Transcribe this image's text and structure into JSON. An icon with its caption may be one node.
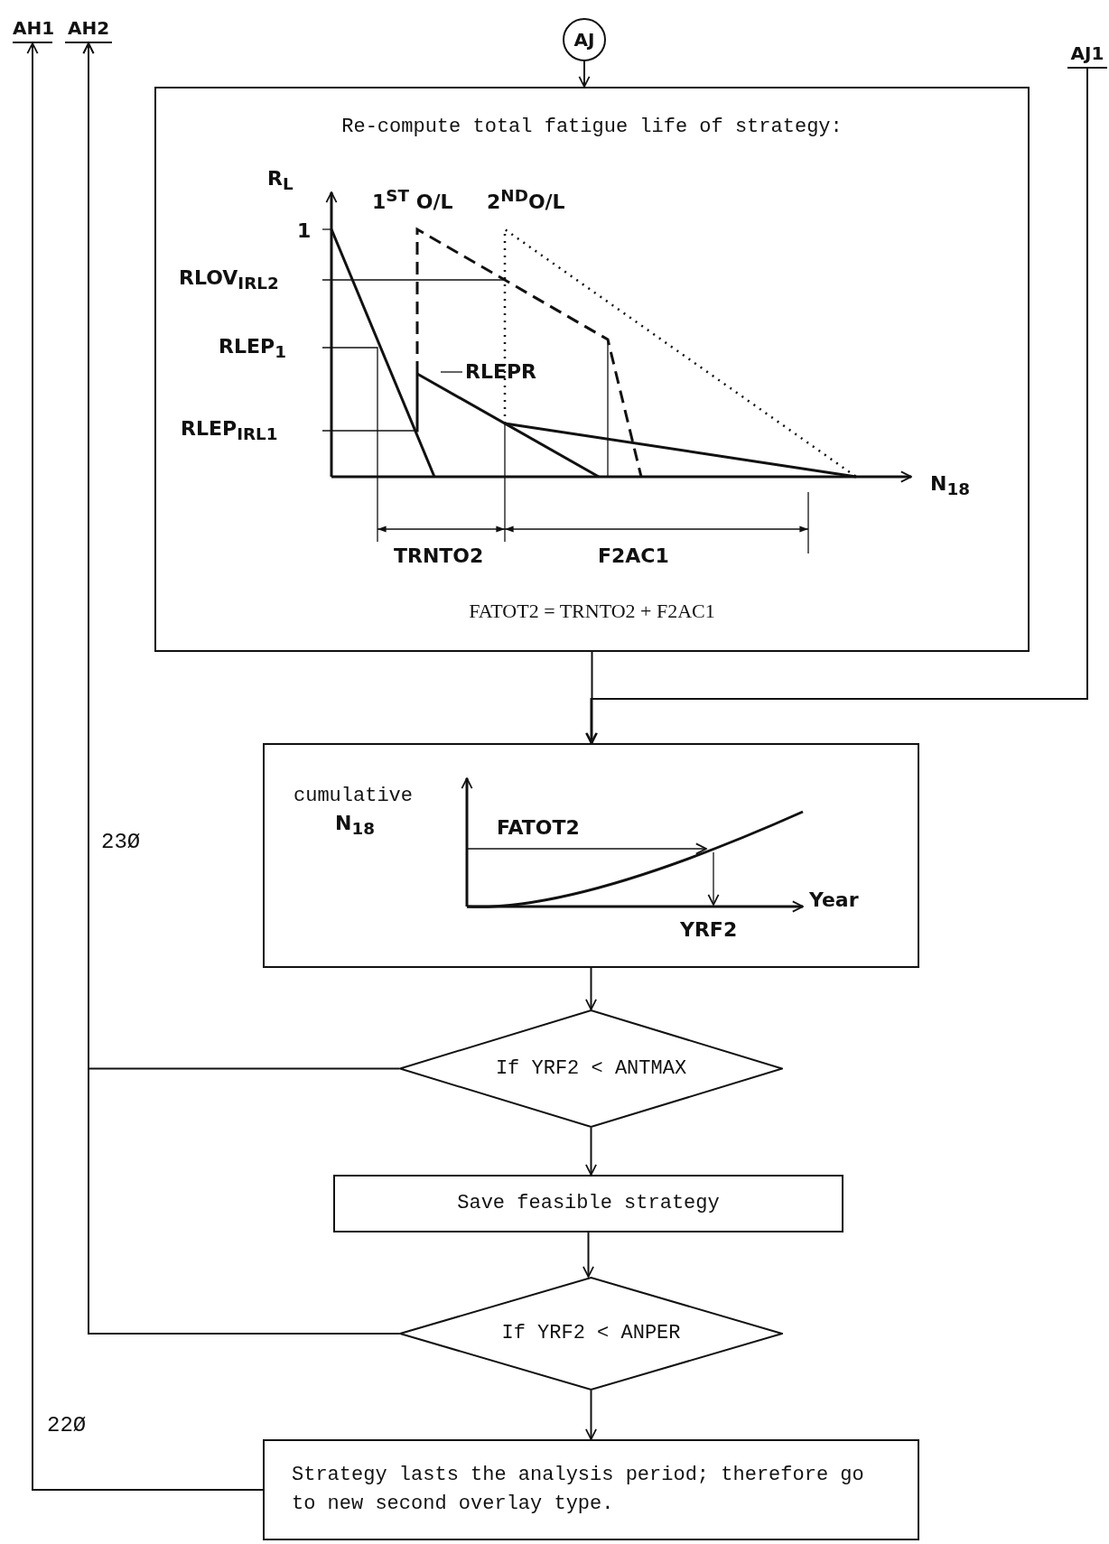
{
  "diagram": {
    "nodes": [
      {
        "text": [
          "AH1"
        ]
      },
      {
        "text": [
          "AH2"
        ]
      },
      {
        "text": [
          "AJ"
        ]
      },
      {
        "text": [
          "AJ1"
        ]
      },
      {
        "text": [
          "Re-compute total fatigue life of strategy:",
          "FATOT2 = TRNTO2 + F2AC1"
        ]
      },
      {
        "text": [],
        "shape": "box"
      },
      {
        "text": [
          "If YRF2 < ANTMAX"
        ]
      },
      {
        "text": [
          "Save feasible strategy"
        ]
      },
      {
        "text": [
          "If YRF2 < ANPER"
        ]
      },
      {
        "text": [
          "Strategy lasts the analysis period; therefore go to new second overlay type."
        ]
      }
    ],
    "edges": [
      {
        "from": 2,
        "to": 4,
        "arrow": "to"
      },
      {
        "from": 4,
        "to": 5,
        "arrow": "to"
      },
      {
        "from": 3,
        "to": 5,
        "arrow": "to"
      },
      {
        "from": 5,
        "to": 6,
        "arrow": "to"
      },
      {
        "from": 6,
        "to": 1,
        "arrow": "to"
      },
      {
        "from": 6,
        "to": 7,
        "arrow": "to"
      },
      {
        "from": 7,
        "to": 8,
        "arrow": "to"
      },
      {
        "from": 8,
        "to": 1,
        "arrow": "to",
        "label": "23Ø"
      },
      {
        "from": 8,
        "to": 9,
        "arrow": "to"
      },
      {
        "from": 9,
        "to": 0,
        "arrow": "to",
        "label": "22Ø"
      }
    ],
    "labels": [
      "R$_{L}$",
      "1$^{ST}$ O/L",
      "2$^{ND}$O/L",
      "1",
      "RLOV$_{IRL2}$",
      "RLEP$_{1}$",
      "RLEPR",
      "RLEP$_{IRL1}$",
      "N$_{18}$",
      "TRNTO2",
      "F2AC1",
      "cumulative",
      "N$_{18}$",
      "FATOT2",
      "Year",
      "YRF2"
    ]
  }
}
